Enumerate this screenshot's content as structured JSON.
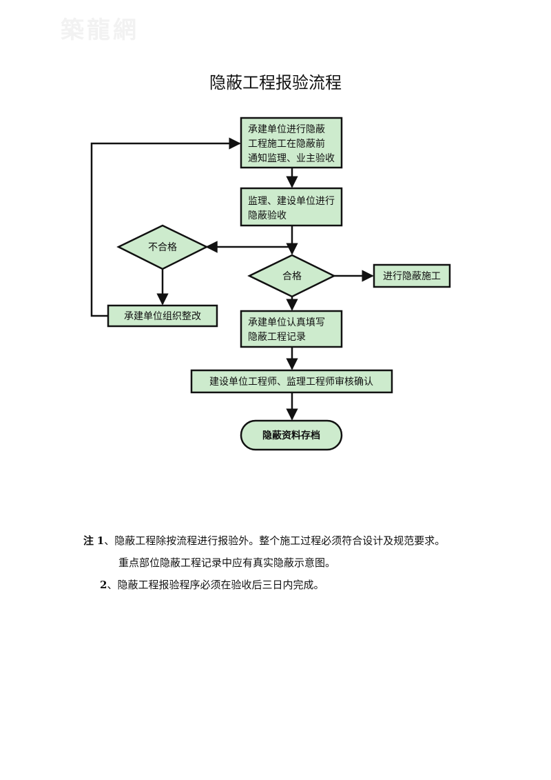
{
  "watermark": "築龍網",
  "title": "隐蔽工程报验流程",
  "nodes": {
    "n1": {
      "lines": [
        "承建单位进行隐蔽",
        "工程施工在隐蔽前",
        "通知监理、业主验收"
      ]
    },
    "n2": {
      "lines": [
        "监理、建设单位进行",
        "隐蔽验收"
      ]
    },
    "fail": {
      "lines": [
        "不合格"
      ]
    },
    "pass": {
      "lines": [
        "合格"
      ]
    },
    "proceed": {
      "lines": [
        "进行隐蔽施工"
      ]
    },
    "rectify": {
      "lines": [
        "承建单位组织整改"
      ]
    },
    "record": {
      "lines": [
        "承建单位认真填写",
        "隐蔽工程记录"
      ]
    },
    "confirm": {
      "lines": [
        "建设单位工程师、监理工程师审核确认"
      ]
    },
    "archive": {
      "lines": [
        "隐蔽资料存档"
      ]
    }
  },
  "notes": {
    "prefix": "注",
    "item1_num": "1",
    "item1_text": "、隐蔽工程除按流程进行报验外。整个施工过程必须符合设计及规范要求。",
    "item1_cont": "重点部位隐蔽工程记录中应有真实隐蔽示意图。",
    "item2_num": "2",
    "item2_text": "、隐蔽工程报验程序必须在验收后三日内完成。"
  },
  "colors": {
    "node_fill": "#cdebcd",
    "stroke": "#111111"
  }
}
